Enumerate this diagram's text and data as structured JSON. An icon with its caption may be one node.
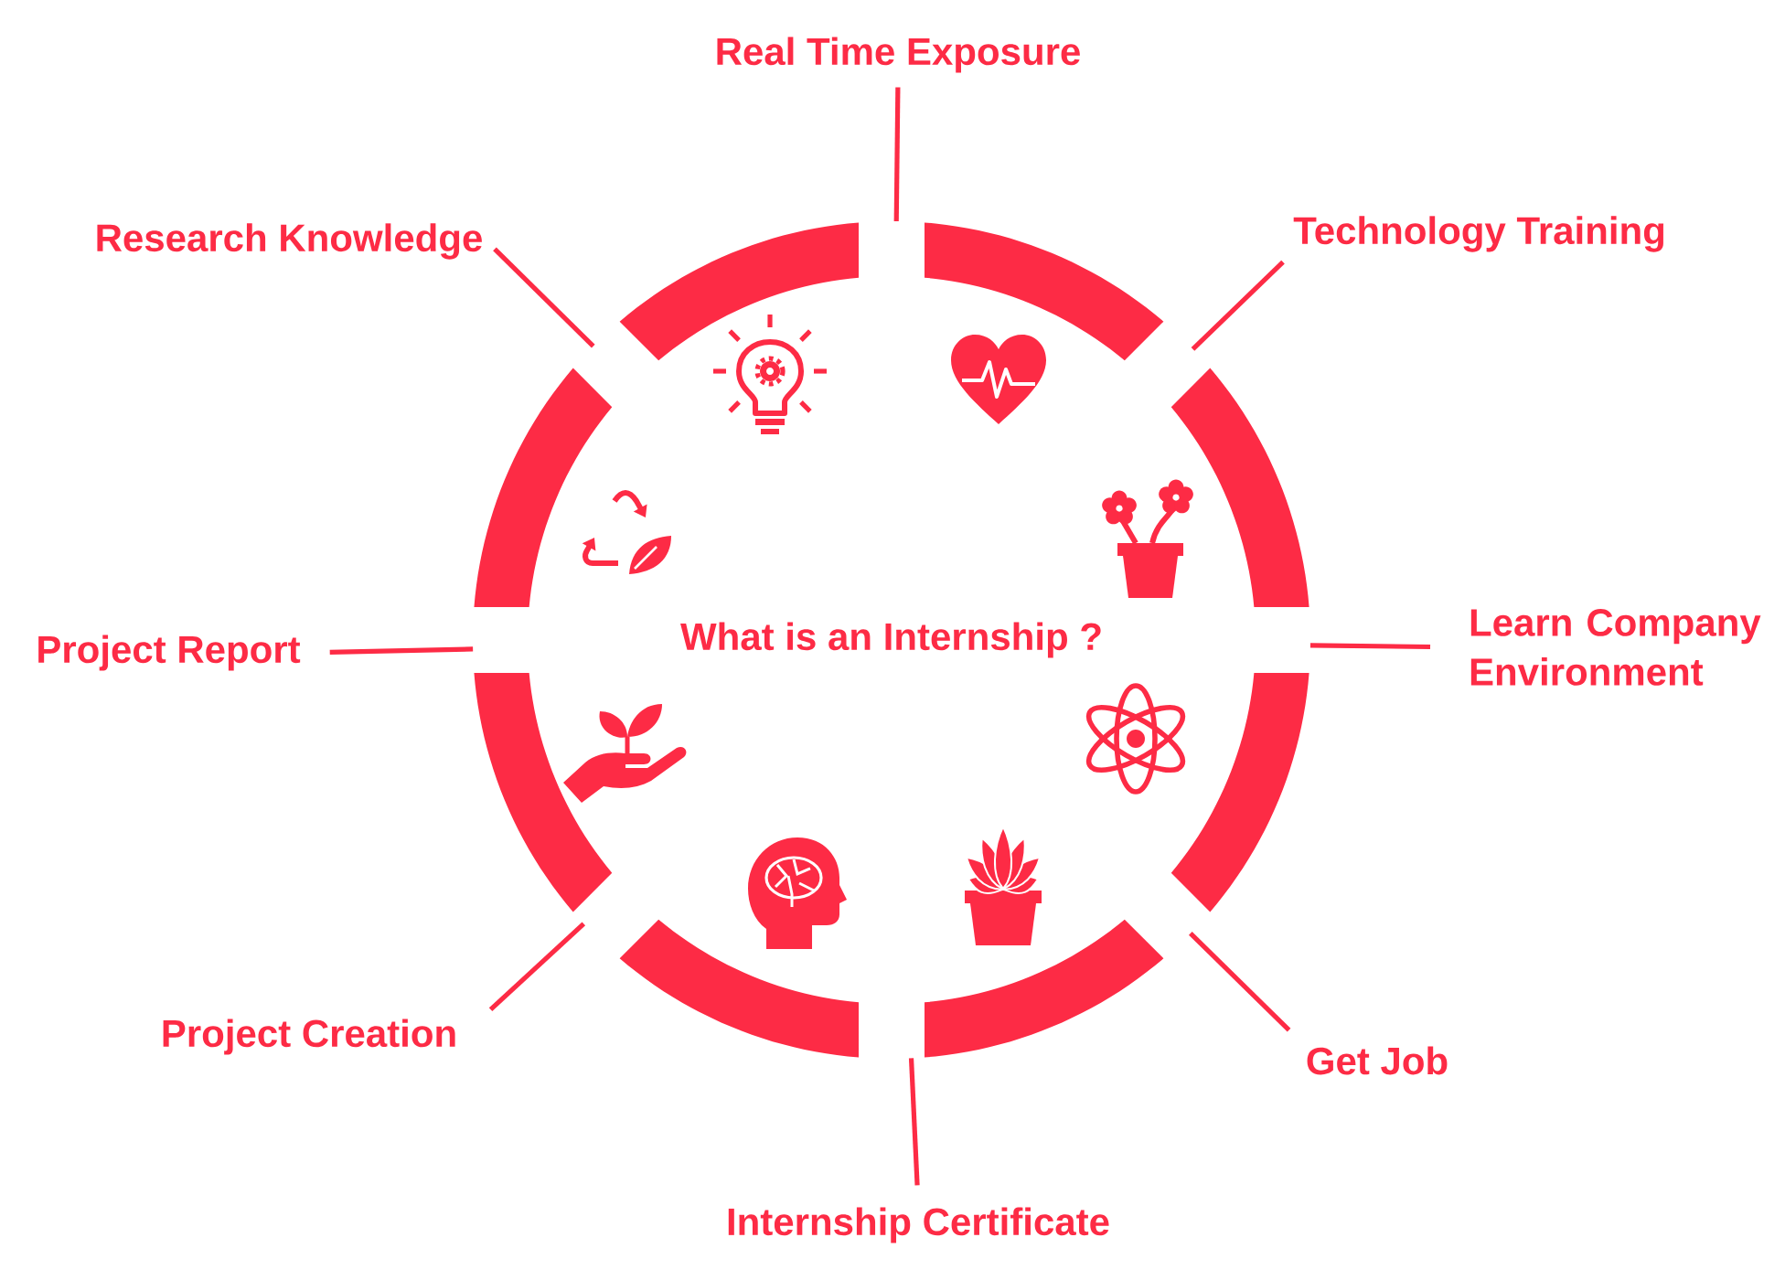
{
  "diagram": {
    "nodes": [
      {
        "text": [
          "What is an Internship ?"
        ]
      },
      {
        "text": [
          "Real Time Exposure"
        ]
      },
      {
        "text": [
          "Technology Training"
        ]
      },
      {
        "text": [
          "Learn Company Environment"
        ]
      },
      {
        "text": [
          "Get Job"
        ]
      },
      {
        "text": [
          "Internship Certificate"
        ]
      },
      {
        "text": [
          "Project Creation"
        ]
      },
      {
        "text": [
          "Project Report"
        ]
      },
      {
        "text": [
          "Research Knowledge"
        ]
      }
    ],
    "edges": [
      {
        "from": 1,
        "to": 0,
        "arrow": "none"
      },
      {
        "from": 2,
        "to": 0,
        "arrow": "none"
      },
      {
        "from": 3,
        "to": 0,
        "arrow": "none"
      },
      {
        "from": 4,
        "to": 0,
        "arrow": "none"
      },
      {
        "from": 5,
        "to": 0,
        "arrow": "none"
      },
      {
        "from": 6,
        "to": 0,
        "arrow": "none"
      },
      {
        "from": 7,
        "to": 0,
        "arrow": "none"
      },
      {
        "from": 8,
        "to": 0,
        "arrow": "none"
      }
    ]
  }
}
